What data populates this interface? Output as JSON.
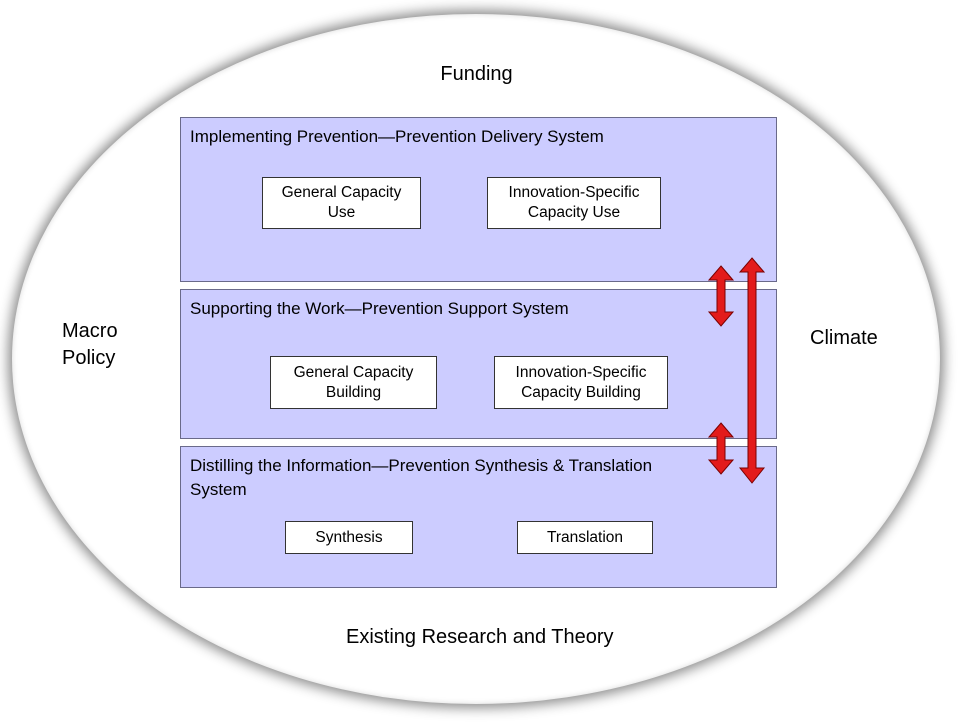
{
  "outer_labels": {
    "top": "Funding",
    "bottom": "Existing Research and Theory",
    "left": "Macro Policy",
    "right": "Climate"
  },
  "systems": [
    {
      "title": "Implementing Prevention—Prevention Delivery System",
      "components": [
        "General Capacity Use",
        "Innovation-Specific Capacity Use"
      ]
    },
    {
      "title": "Supporting the Work—Prevention Support System",
      "components": [
        "General Capacity Building",
        "Innovation-Specific Capacity Building"
      ]
    },
    {
      "title": "Distilling the Information—Prevention Synthesis & Translation System",
      "components": [
        "Synthesis",
        "Translation"
      ]
    }
  ],
  "colors": {
    "system_fill": "#ccccff",
    "arrow": "#e31b1b"
  }
}
